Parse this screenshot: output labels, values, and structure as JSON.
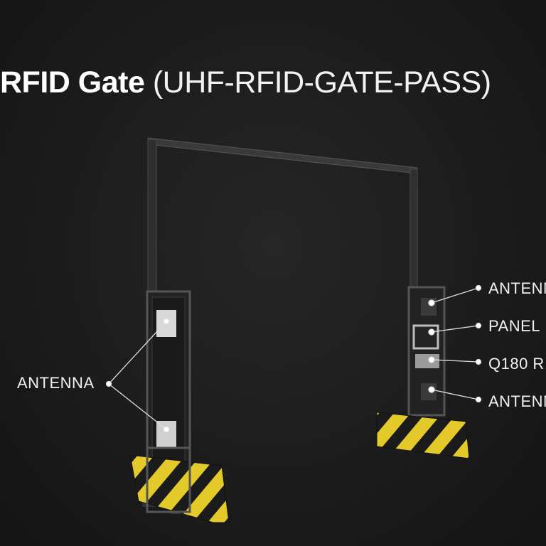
{
  "title": {
    "bold": "RFID Gate",
    "model": " (UHF-RFID-GATE-PASS)"
  },
  "labels": {
    "left_antenna": "ANTENNA",
    "right_antenna_top": "ANTENNA",
    "right_panel": "PANEL",
    "right_reader": "Q180 R",
    "right_antenna_bottom": "ANTENNA"
  },
  "colors": {
    "hazard_yellow": "#e8cf2a",
    "hazard_black": "#1a1a1a",
    "frame": "#2e2e2e"
  }
}
